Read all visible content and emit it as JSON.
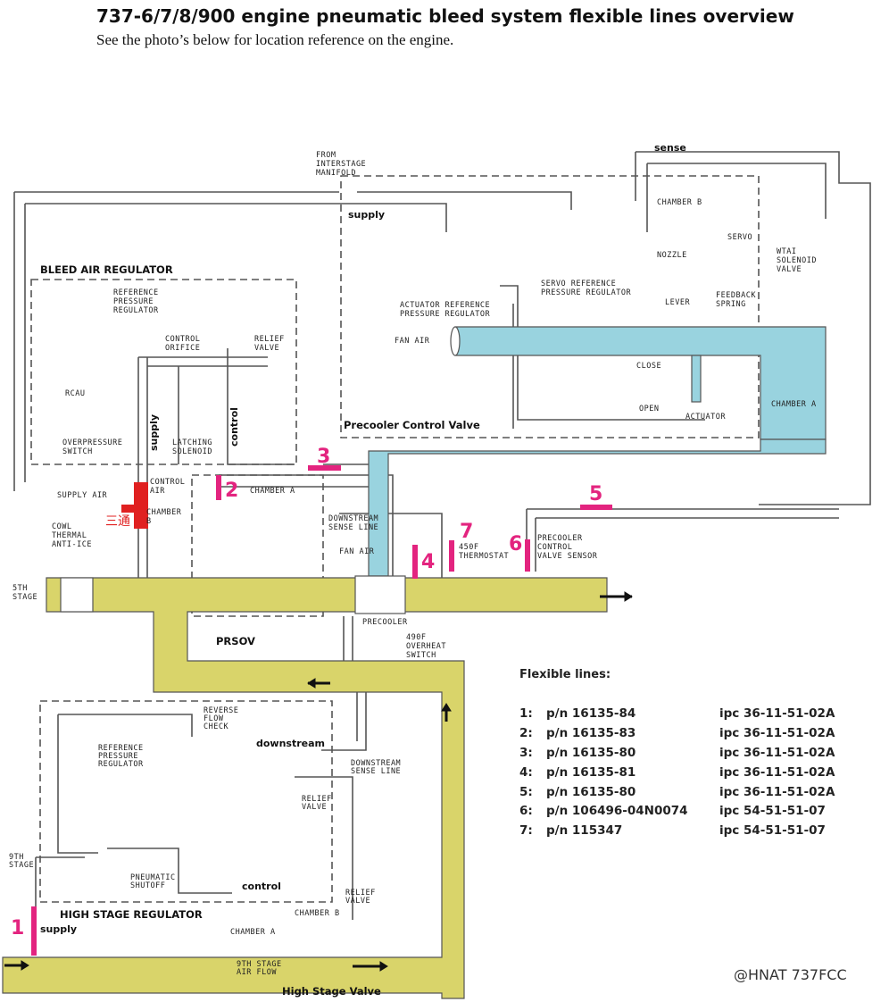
{
  "header": {
    "title": "737-6/7/8/900 engine pneumatic bleed system flexible lines overview",
    "subtitle": "See the photo’s below for location reference on the engine."
  },
  "colors": {
    "engine_duct": "#d9d46a",
    "fan_air_duct": "#99d3df",
    "flex_line_marker": "#e3247f",
    "tee_marker": "#e02020",
    "line": "#555555"
  },
  "diagram": {
    "sections": {
      "bleed_air_regulator": "BLEED AIR REGULATOR",
      "precooler_control_valve": "Precooler Control Valve",
      "prsov": "PRSOV",
      "high_stage_regulator": "HIGH STAGE REGULATOR",
      "high_stage_valve": "High Stage Valve"
    },
    "flow_labels": {
      "supply_top": "supply",
      "sense": "sense",
      "supply_bar": "supply",
      "control_bar": "control",
      "downstream": "downstream",
      "control_hsr": "control",
      "supply_hsr": "supply"
    },
    "component_labels": {
      "from_interstage_1": "FROM",
      "from_interstage_2": "INTERSTAGE",
      "from_interstage_3": "MANIFOLD",
      "chamber_b_top": "CHAMBER B",
      "servo": "SERVO",
      "nozzle": "NOZZLE",
      "lever": "LEVER",
      "feedback_1": "FEEDBACK",
      "feedback_2": "SPRING",
      "wtai_1": "WTAI",
      "wtai_2": "SOLENOID",
      "wtai_3": "VALVE",
      "act_ref_1": "ACTUATOR REFERENCE",
      "act_ref_2": "PRESSURE REGULATOR",
      "servo_ref_1": "SERVO REFERENCE",
      "servo_ref_2": "PRESSURE REGULATOR",
      "fan_air": "FAN AIR",
      "close": "CLOSE",
      "open": "OPEN",
      "actuator": "ACTUATOR",
      "chamber_a_pcv": "CHAMBER A",
      "ref_press_1": "REFERENCE",
      "ref_press_2": "PRESSURE",
      "ref_press_3": "REGULATOR",
      "control_orifice_1": "CONTROL",
      "control_orifice_2": "ORIFICE",
      "relief_1": "RELIEF",
      "relief_2": "VALVE",
      "rcau": "RCAU",
      "overpressure_1": "OVERPRESSURE",
      "overpressure_2": "SWITCH",
      "latching_1": "LATCHING",
      "latching_2": "SOLENOID",
      "supply_air": "SUPPLY AIR",
      "control_air_1": "CONTROL",
      "control_air_2": "AIR",
      "chamber_a_prsov": "CHAMBER A",
      "chamber_b_prsov_1": "CHAMBER",
      "chamber_b_prsov_2": "B",
      "tee_cn": "三通",
      "cowl_1": "COWL",
      "cowl_2": "THERMAL",
      "cowl_3": "ANTI-ICE",
      "stage5_1": "5TH",
      "stage5_2": "STAGE",
      "downstream_sense_1": "DOWNSTREAM",
      "downstream_sense_2": "SENSE LINE",
      "fan_air_2": "FAN AIR",
      "precooler": "PRECOOLER",
      "overheat_1": "490F",
      "overheat_2": "OVERHEAT",
      "overheat_3": "SWITCH",
      "thermostat_1": "450F",
      "thermostat_2": "THERMOSTAT",
      "pcv_sensor_1": "PRECOOLER",
      "pcv_sensor_2": "CONTROL",
      "pcv_sensor_3": "VALVE SENSOR",
      "reverse_1": "REVERSE",
      "reverse_2": "FLOW",
      "reverse_3": "CHECK",
      "hs_ref_1": "REFERENCE",
      "hs_ref_2": "PRESSURE",
      "hs_ref_3": "REGULATOR",
      "ds_sense_small_1": "DOWNSTREAM",
      "ds_sense_small_2": "SENSE LINE",
      "hs_relief_1": "RELIEF",
      "hs_relief_2": "VALVE",
      "stage9_1": "9TH",
      "stage9_2": "STAGE",
      "pneumatic_1": "PNEUMATIC",
      "pneumatic_2": "SHUTOFF",
      "hsv_relief_1": "RELIEF",
      "hsv_relief_2": "VALVE",
      "hsv_chamber_b": "CHAMBER B",
      "hsv_chamber_a": "CHAMBER A",
      "stage9_flow_1": "9TH STAGE",
      "stage9_flow_2": "AIR FLOW"
    },
    "markers": [
      "1",
      "2",
      "3",
      "4",
      "5",
      "6",
      "7"
    ]
  },
  "flexible_lines": {
    "title": "Flexible lines:",
    "items": [
      {
        "index": "1:",
        "pn": "p/n 16135-84",
        "ipc": "ipc 36-11-51-02A"
      },
      {
        "index": "2:",
        "pn": "p/n 16135-83",
        "ipc": "ipc 36-11-51-02A"
      },
      {
        "index": "3:",
        "pn": "p/n 16135-80",
        "ipc": "ipc 36-11-51-02A"
      },
      {
        "index": "4:",
        "pn": "p/n 16135-81",
        "ipc": "ipc 36-11-51-02A"
      },
      {
        "index": "5:",
        "pn": "p/n 16135-80",
        "ipc": "ipc 36-11-51-02A"
      },
      {
        "index": "6:",
        "pn": "p/n 106496-04N0074",
        "ipc": "ipc 54-51-51-07"
      },
      {
        "index": "7:",
        "pn": "p/n 115347",
        "ipc": "ipc 54-51-51-07"
      }
    ]
  },
  "watermark": "@HNAT 737FCC"
}
